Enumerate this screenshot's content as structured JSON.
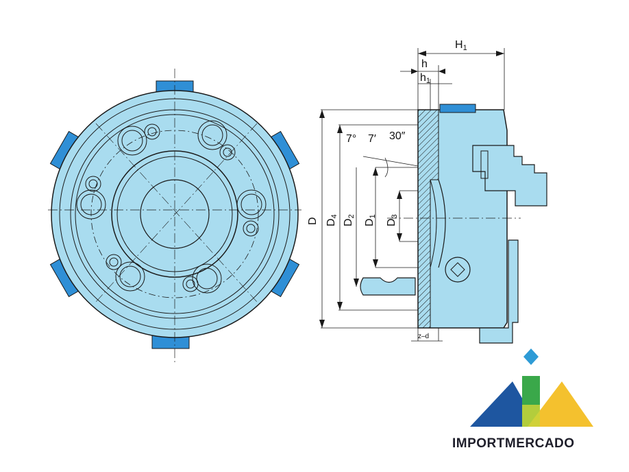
{
  "diagram": {
    "colors": {
      "fill": "#a9dcef",
      "stroke": "#1a1a1a",
      "jaw": "#2f8fd6",
      "jaw_dark": "#1f70b8",
      "hatch": "#1a1a1a"
    },
    "dimensions": {
      "H1": "H",
      "H1_sub": "1",
      "h": "h",
      "h1": "h",
      "h1_sub": "1",
      "D": "D",
      "D4": "D",
      "D4_sub": "4",
      "D2": "D",
      "D2_sub": "2",
      "D1": "D",
      "D1_sub": "1",
      "D3": "D",
      "D3_sub": "3",
      "angle1": "7°",
      "angle2": "7′",
      "angle3": "30″",
      "zd": "z–d"
    }
  },
  "logo": {
    "name": "IMPORTMERCADO",
    "colors": {
      "diamond": "#2e9bd6",
      "left": "#1e56a0",
      "middle": "#3aa84a",
      "right": "#f4c12e",
      "text": "#1e1e2a"
    }
  }
}
